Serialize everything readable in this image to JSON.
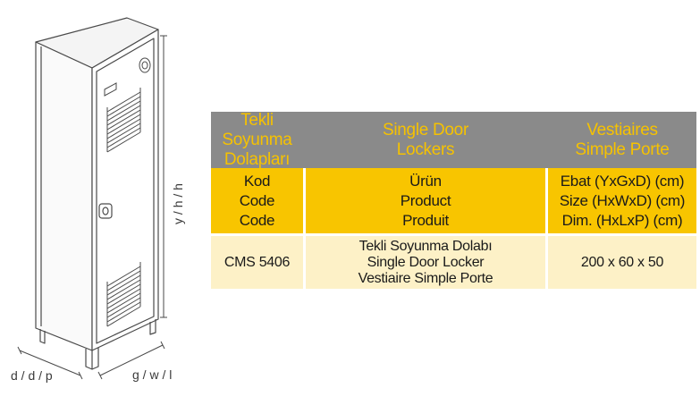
{
  "dimensions": {
    "depth_label": "d / d / p",
    "width_label": "g / w / l",
    "height_label": "y / h / h"
  },
  "table": {
    "header": {
      "col1": [
        "Tekli",
        "Soyunma Dolapları"
      ],
      "col2": [
        "Single Door",
        "Lockers"
      ],
      "col3": [
        "Vestiaires",
        "Simple Porte"
      ]
    },
    "labels": {
      "col1": [
        "Kod",
        "Code",
        "Code"
      ],
      "col2": [
        "Ürün",
        "Product",
        "Produit"
      ],
      "col3": [
        "Ebat (YxGxD) (cm)",
        "Size (HxWxD) (cm)",
        "Dim. (HxLxP) (cm)"
      ]
    },
    "rows": [
      {
        "code": "CMS 5406",
        "product": [
          "Tekli Soyunma Dolabı",
          "Single Door Locker",
          "Vestiaire Simple Porte"
        ],
        "size": "200 x 60 x 50"
      }
    ]
  },
  "colors": {
    "header_bg": "#8a8a8a",
    "header_text": "#f6c200",
    "label_bg": "#f8c500",
    "data_bg": "#fdf1c7"
  }
}
